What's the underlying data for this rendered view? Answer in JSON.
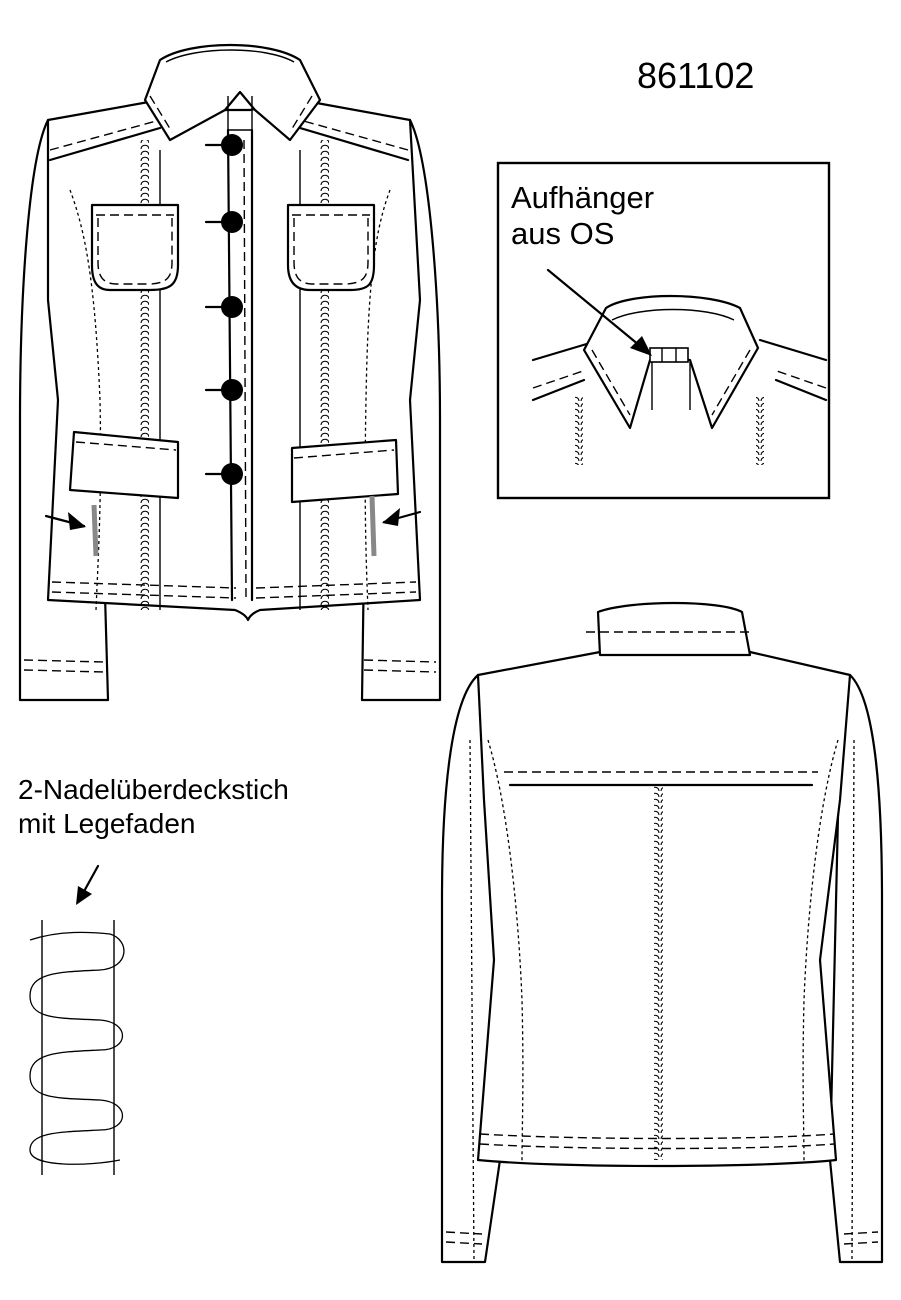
{
  "article_number": "861102",
  "hanger_note": {
    "line1": "Aufhänger",
    "line2": "aus OS"
  },
  "stitch_note": {
    "line1": "2-Nadelüberdeckstich",
    "line2": "mit Legefaden"
  },
  "colors": {
    "line": "#000000",
    "background": "#ffffff",
    "highlight_seam": "#888888"
  }
}
